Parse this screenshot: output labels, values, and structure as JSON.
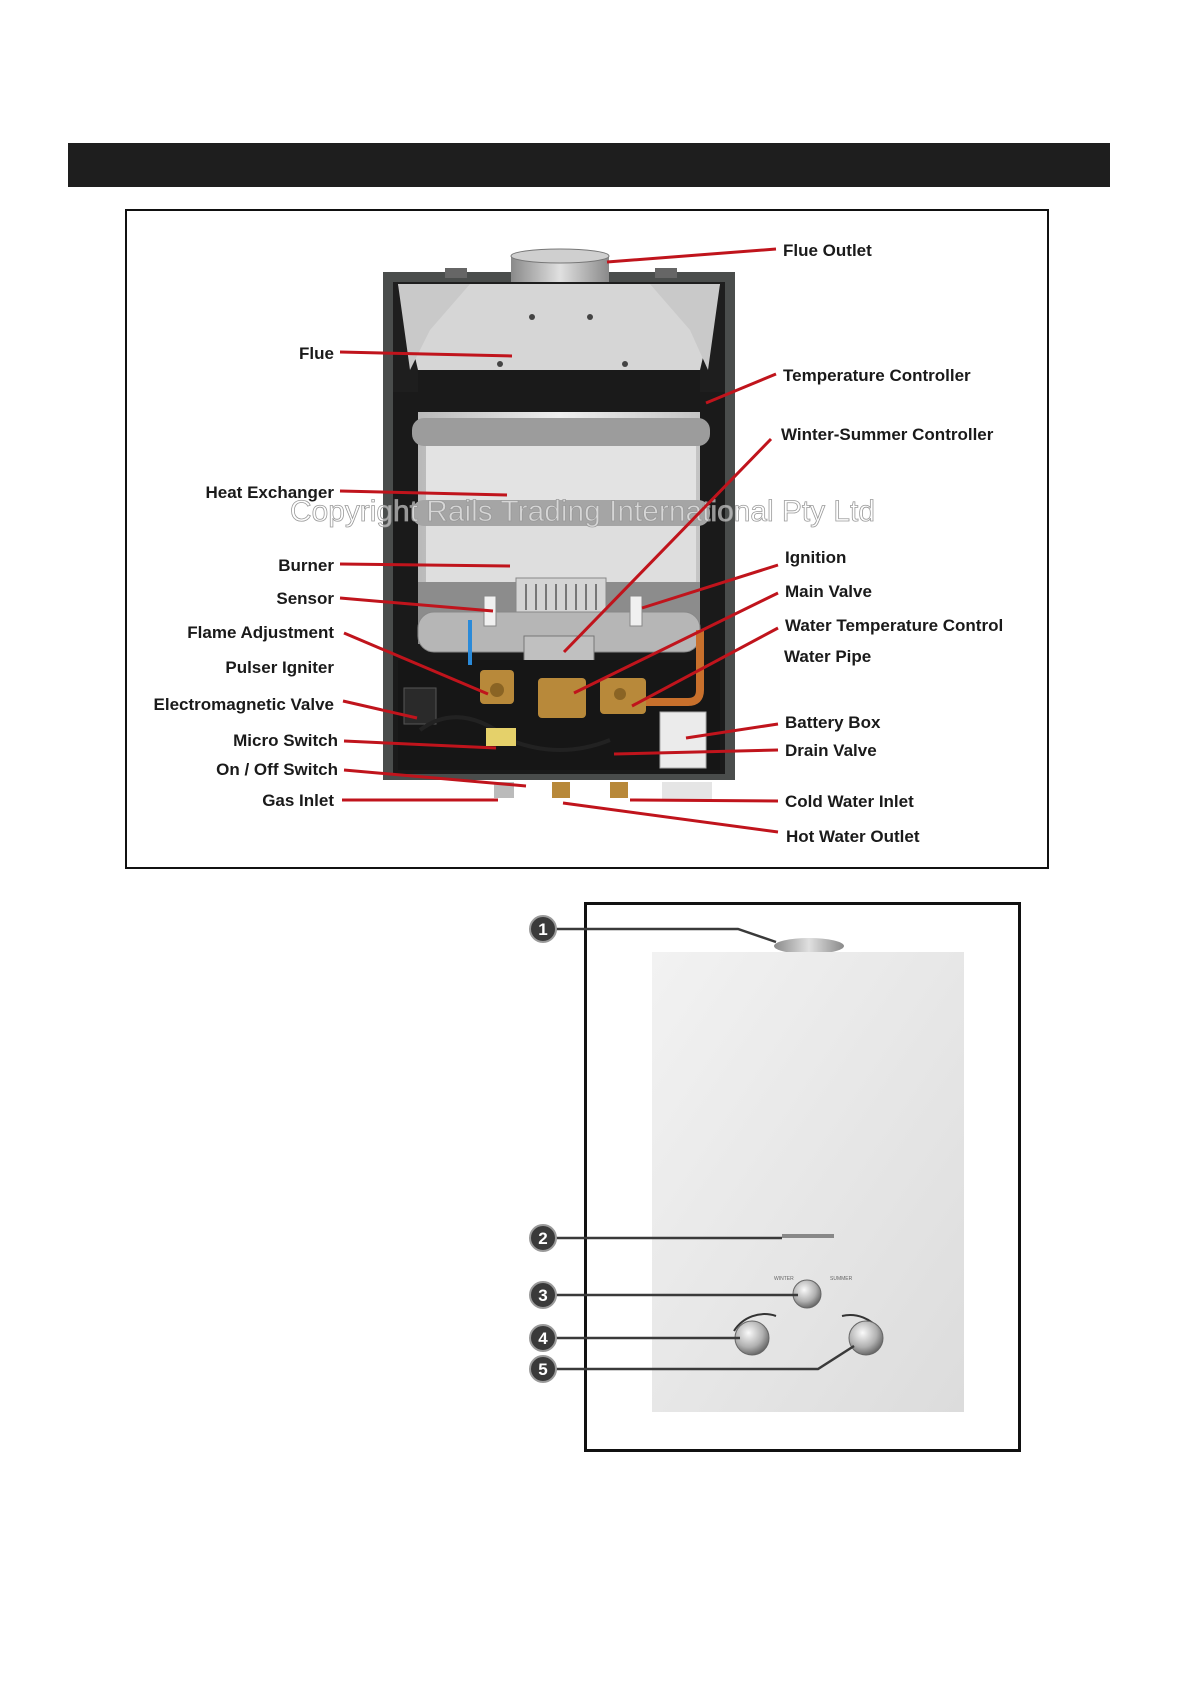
{
  "labels": {
    "flue_outlet": "Flue Outlet",
    "flue": "Flue",
    "temperature_controller": "Temperature Controller",
    "winter_summer_controller": "Winter-Summer Controller",
    "heat_exchanger": "Heat Exchanger",
    "burner": "Burner",
    "sensor": "Sensor",
    "flame_adjustment": "Flame Adjustment",
    "pulser_igniter": "Pulser Igniter",
    "electromagnetic_valve": "Electromagnetic Valve",
    "micro_switch": "Micro Switch",
    "on_off_switch": "On / Off Switch",
    "gas_inlet": "Gas Inlet",
    "ignition": "Ignition",
    "main_valve": "Main Valve",
    "water_temperature_control": "Water Temperature Control",
    "water_pipe": "Water Pipe",
    "battery_box": "Battery Box",
    "drain_valve": "Drain Valve",
    "cold_water_inlet": "Cold Water Inlet",
    "hot_water_outlet": "Hot Water Outlet"
  },
  "watermark": "Copyright Rails Trading International Pty Ltd",
  "callouts": [
    "1",
    "2",
    "3",
    "4",
    "5"
  ],
  "colors": {
    "leader_line": "#c0141c",
    "header_bar": "#1e1e1e",
    "callout_badge": "#3a3a3a",
    "brass": "#b8893a",
    "copper_pipe": "#c8702c"
  }
}
